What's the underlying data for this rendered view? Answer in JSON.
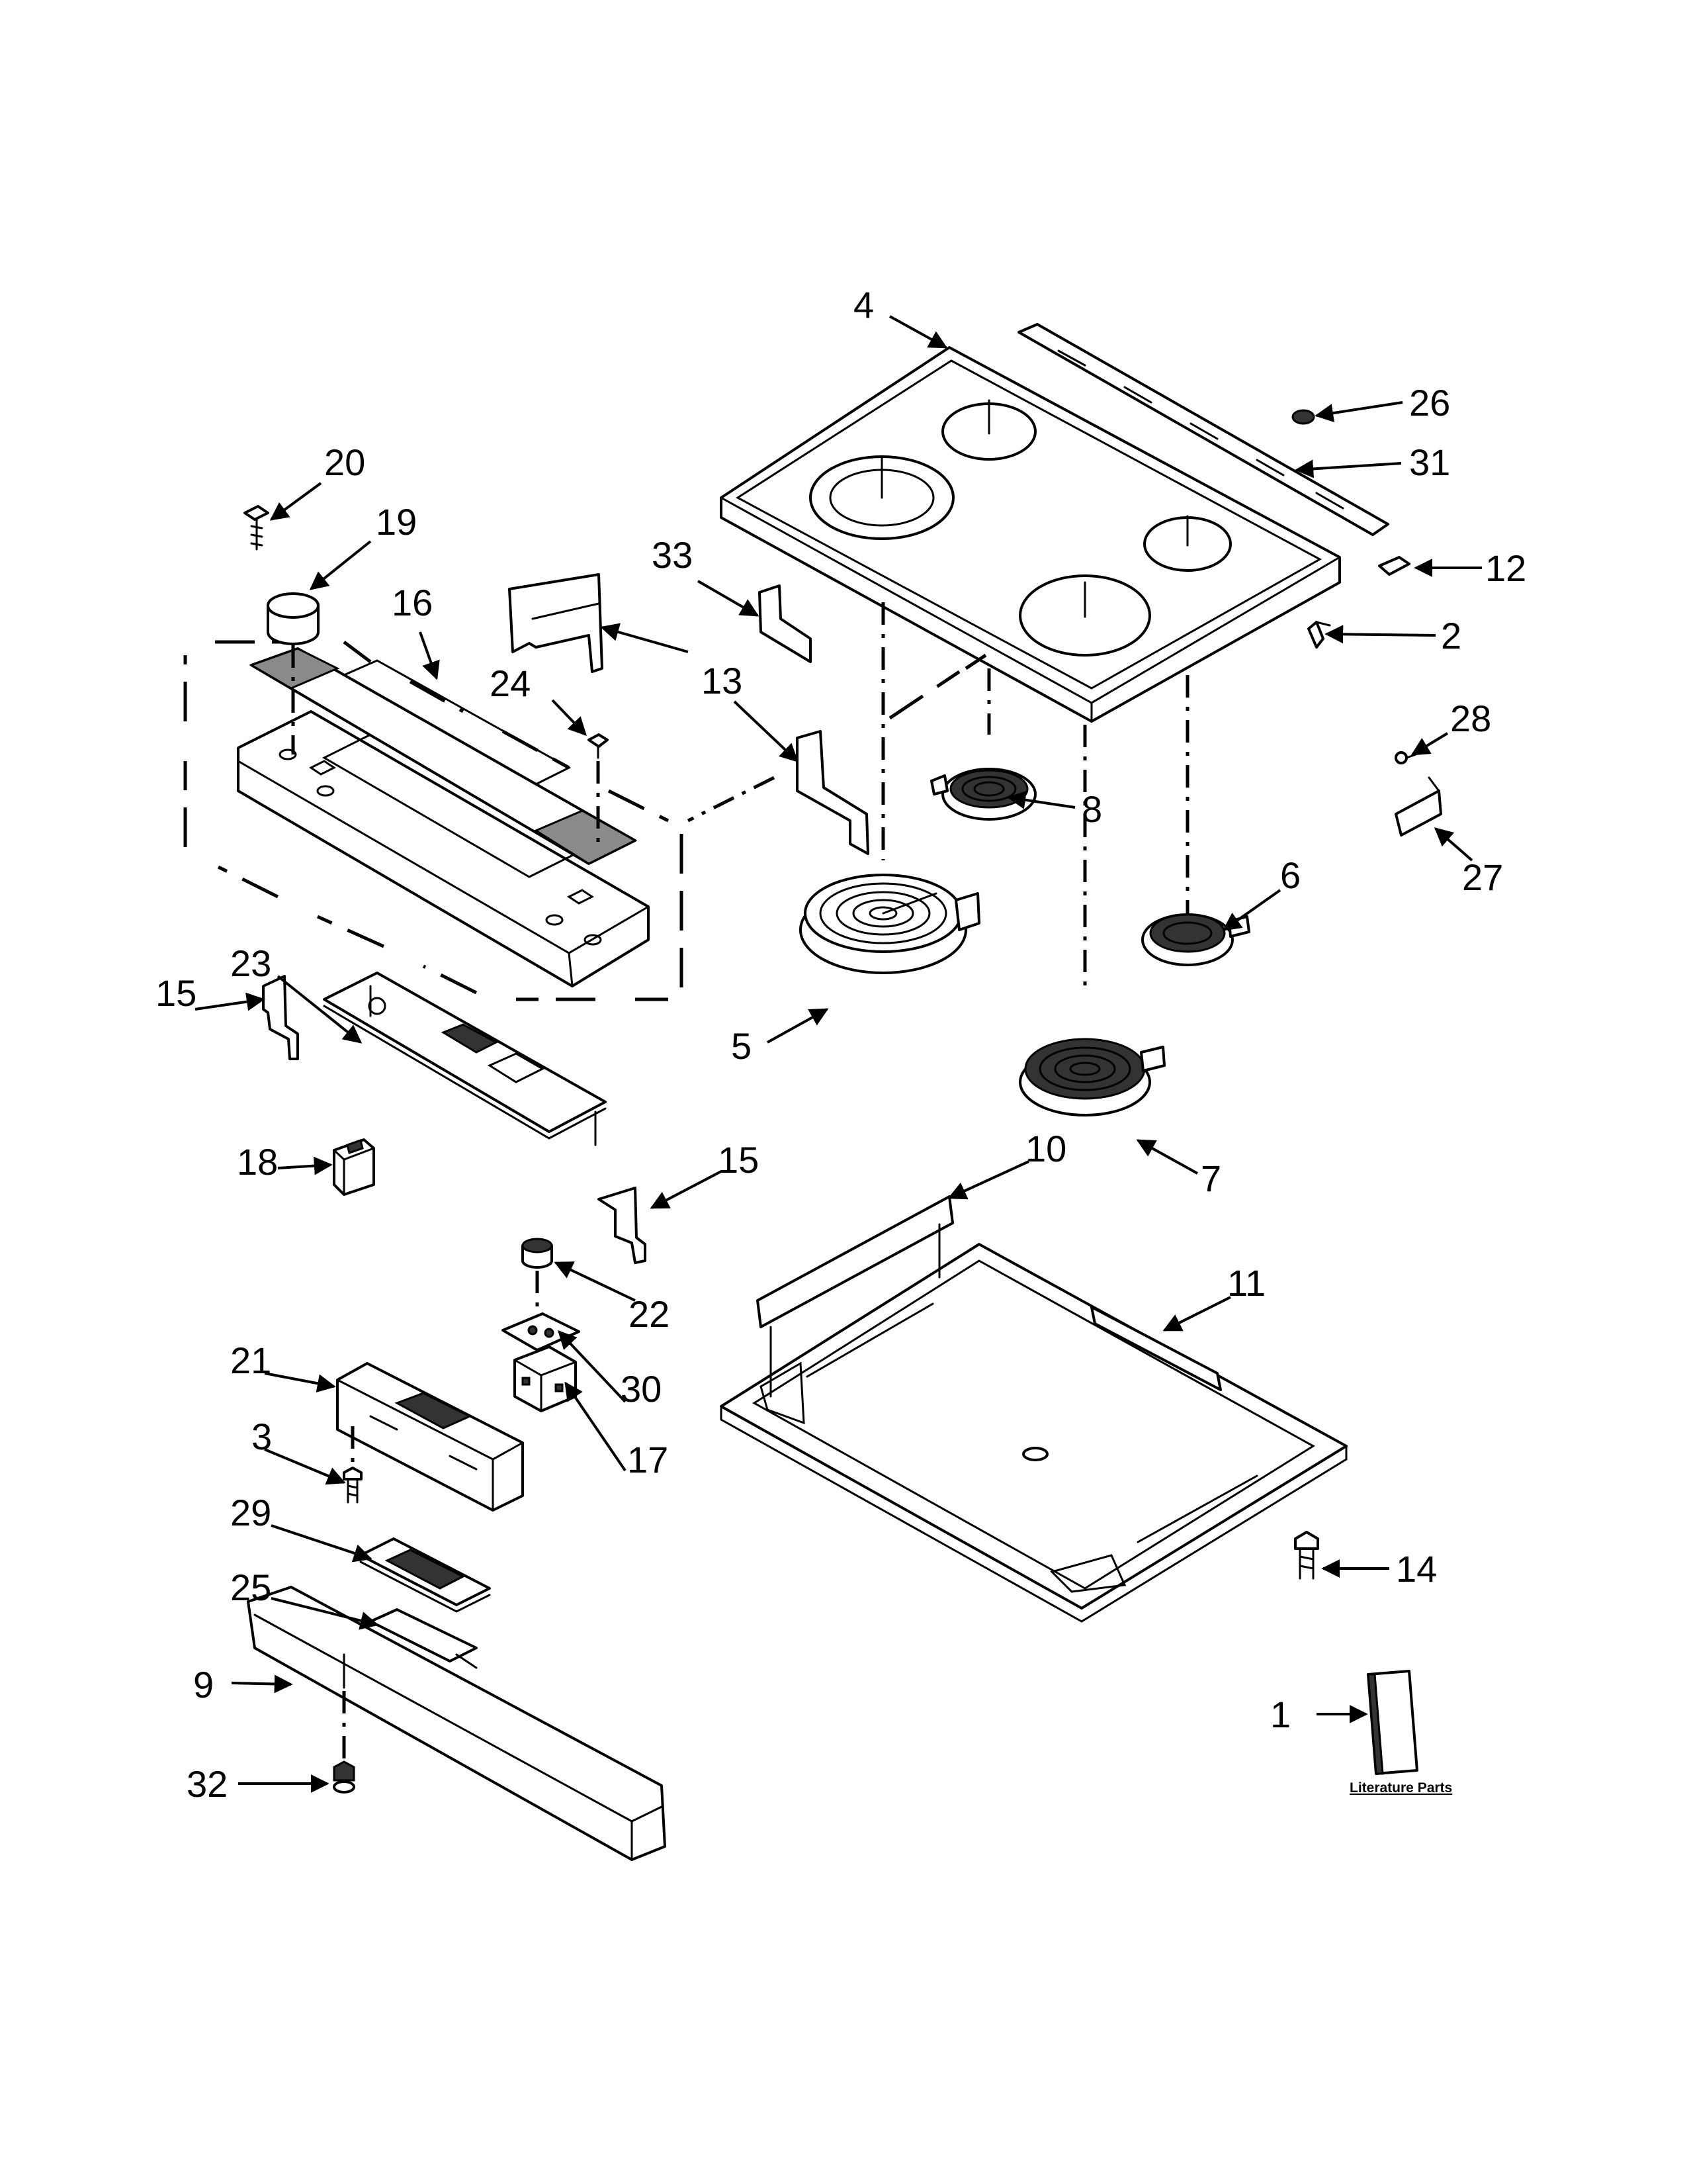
{
  "diagram": {
    "callouts": [
      "4",
      "26",
      "31",
      "20",
      "19",
      "16",
      "33",
      "13",
      "24",
      "13",
      "12",
      "2",
      "28",
      "8",
      "27",
      "6",
      "5",
      "7",
      "15",
      "23",
      "18",
      "15",
      "10",
      "11",
      "22",
      "21",
      "30",
      "3",
      "17",
      "29",
      "14",
      "25",
      "9",
      "1",
      "32"
    ],
    "literature_label": "Literature Parts"
  },
  "colors": {
    "line": "#000000",
    "background": "#ffffff",
    "shade": "#8a8a8a"
  }
}
